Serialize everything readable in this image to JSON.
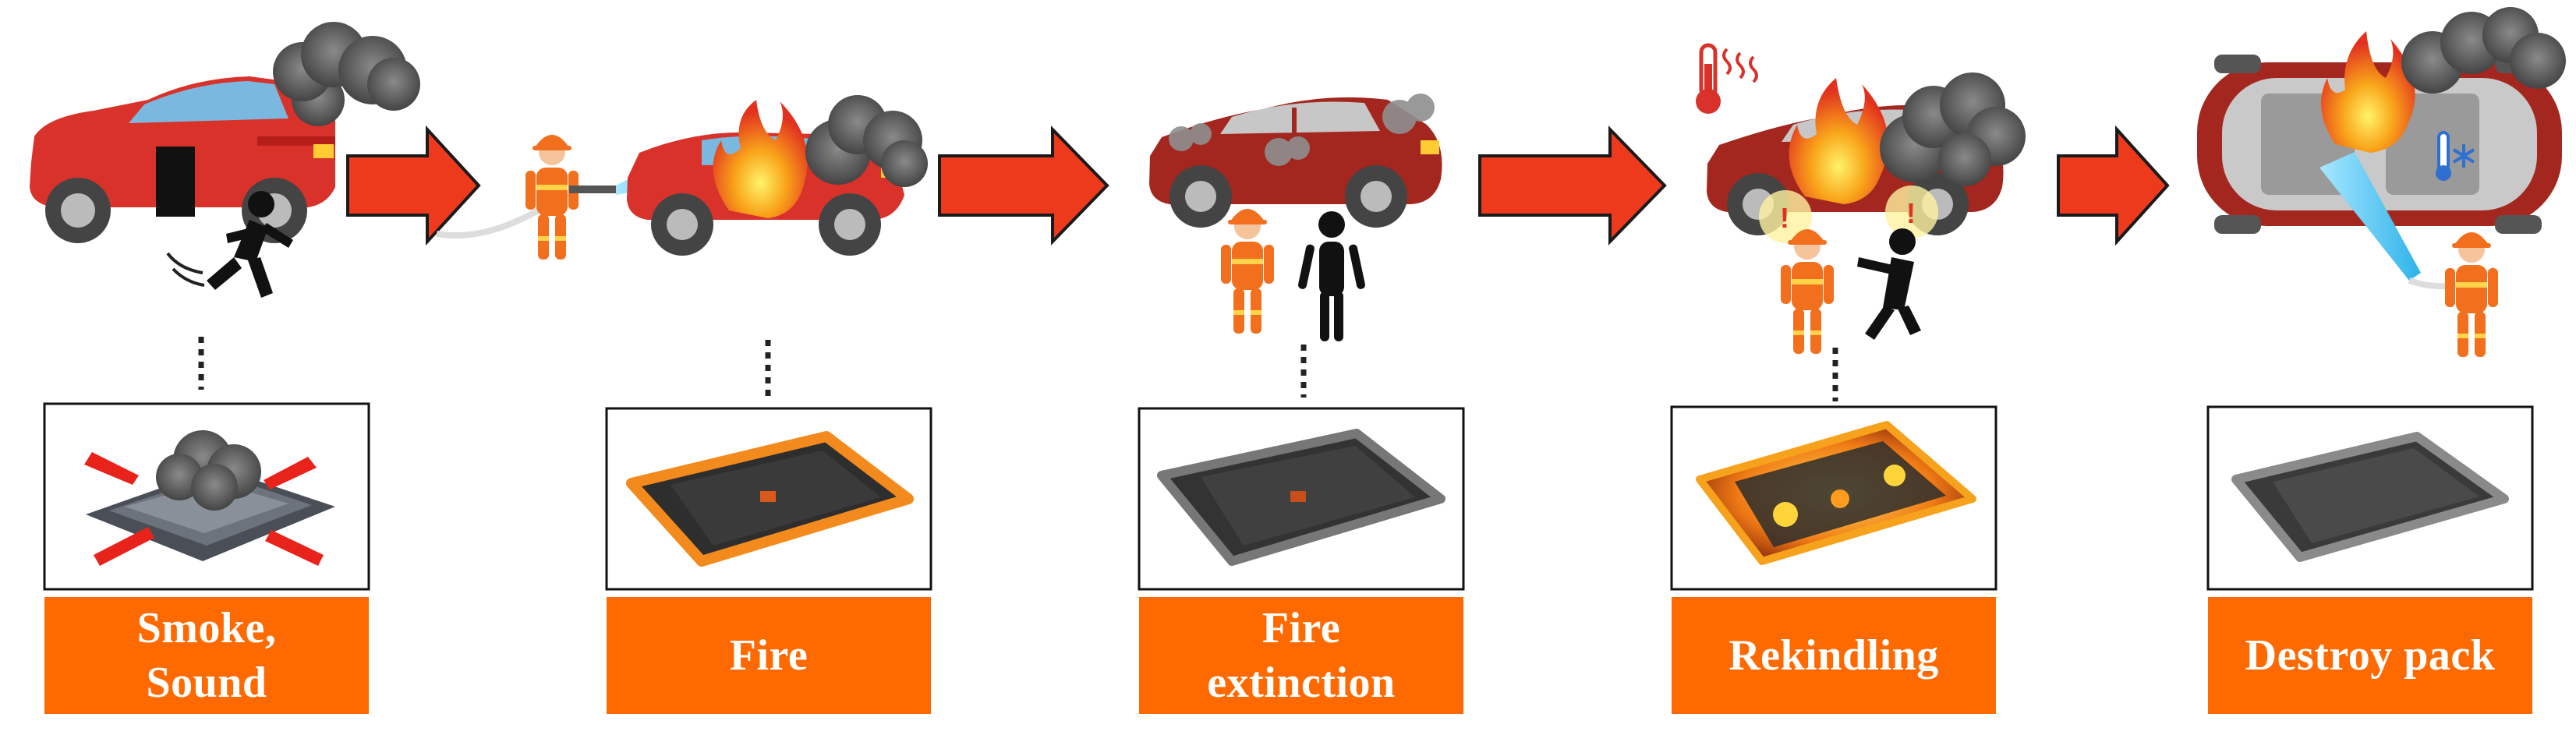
{
  "stages": [
    {
      "id": "smoke",
      "label": "Smoke,\nSound"
    },
    {
      "id": "fire",
      "label": "Fire"
    },
    {
      "id": "extinction",
      "label": "Fire\nextinction"
    },
    {
      "id": "rekindling",
      "label": "Rekindling"
    },
    {
      "id": "destroy",
      "label": "Destroy pack"
    }
  ],
  "colors": {
    "label_bg": "#ff6a00",
    "label_text": "#ffffff",
    "arrow_fill": "#ee3a1c",
    "arrow_stroke": "#1a1a1a",
    "car_body": "#a3271f",
    "car_body_light": "#d8322a",
    "smoke": "#555555",
    "flame": "#f7a21b",
    "water": "#59c8f2",
    "firefighter": "#f26f1e"
  },
  "icons": [
    "car-icon",
    "firefighter-icon",
    "person-icon",
    "thermometer-icon",
    "snowflake-icon",
    "battery-pack-icon"
  ]
}
